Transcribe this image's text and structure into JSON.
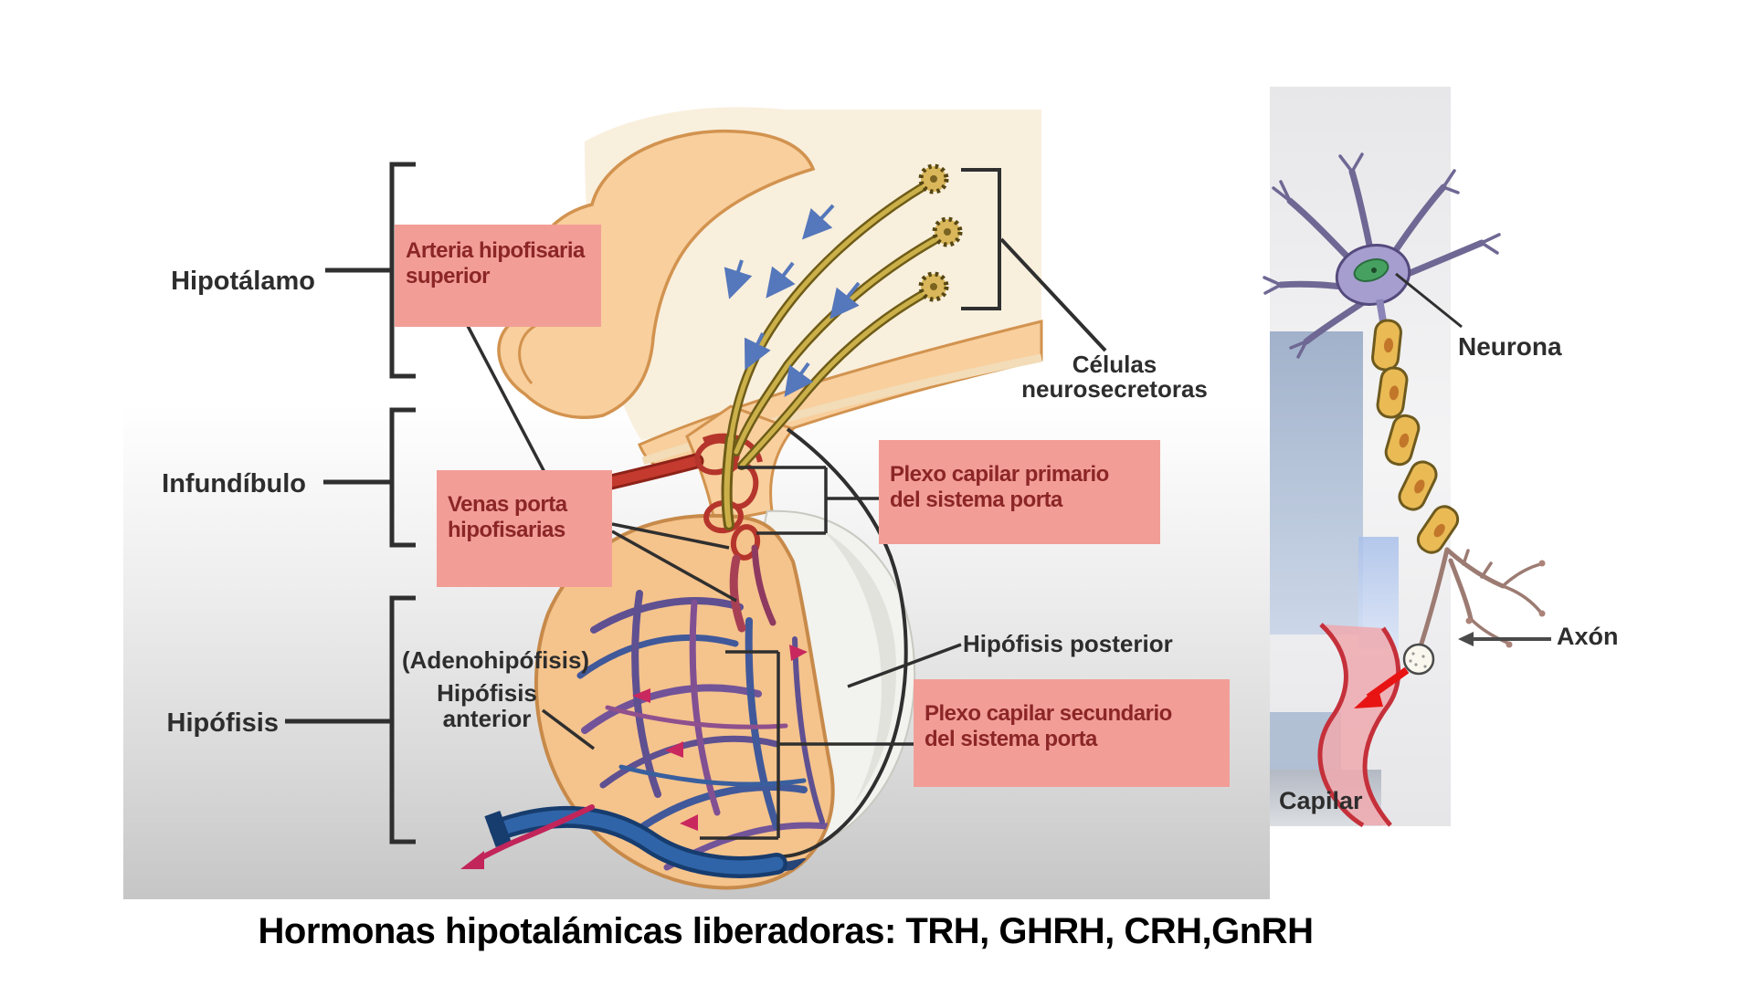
{
  "caption": "Hormonas hipotalámicas liberadoras: TRH, GHRH, CRH,GnRH",
  "region_labels": {
    "hipotalamo": "Hipotálamo",
    "infundibulo": "Infundíbulo",
    "hipofisis": "Hipófisis"
  },
  "callouts": {
    "arteria_hipofisaria_superior": {
      "line1": "Arteria hipofisaria",
      "line2": "superior"
    },
    "venas_porta_hipofisarias": {
      "line1": "Venas porta",
      "line2": "hipofisarias"
    },
    "plexo_capilar_primario": {
      "line1": "Plexo capilar primario",
      "line2": "del sistema porta"
    },
    "plexo_capilar_secundario": {
      "line1": "Plexo capilar secundario",
      "line2": "del sistema porta"
    }
  },
  "annotations": {
    "celulas_neurosecretoras": {
      "line1": "Células",
      "line2": "neurosecretoras"
    },
    "adenohipofisis": "(Adenohipófisis)",
    "hipofisis_anterior": {
      "line1": "Hipófisis",
      "line2": "anterior"
    },
    "hipofisis_posterior": "Hipófisis posterior"
  },
  "right_panel_labels": {
    "neurona": "Neurona",
    "axon": "Axón",
    "capilar": "Capilar"
  },
  "colors": {
    "callout_bg": "#f29e97",
    "callout_text": "#8c2626",
    "annotation_line": "#2f2f2f",
    "tissue_tan": "#f8cf9d",
    "tissue_tan_stroke": "#d2934f",
    "axon_yellow": "#cbb04a",
    "artery_red": "#c43a2e",
    "vein_blue": "#2f64a8",
    "flow_arrow_blue": "#5577bb",
    "capillary_network_purple": "#564a92",
    "neuron_body_purple": "#a59ecf",
    "nucleus_green": "#46a161",
    "myelin_yellow": "#eaba55",
    "capillary_pink": "#efa9ae",
    "capillary_edge_red": "#c5303a",
    "big_red_arrow": "#e81414",
    "panel_rect_blue": "#8da2c0"
  }
}
